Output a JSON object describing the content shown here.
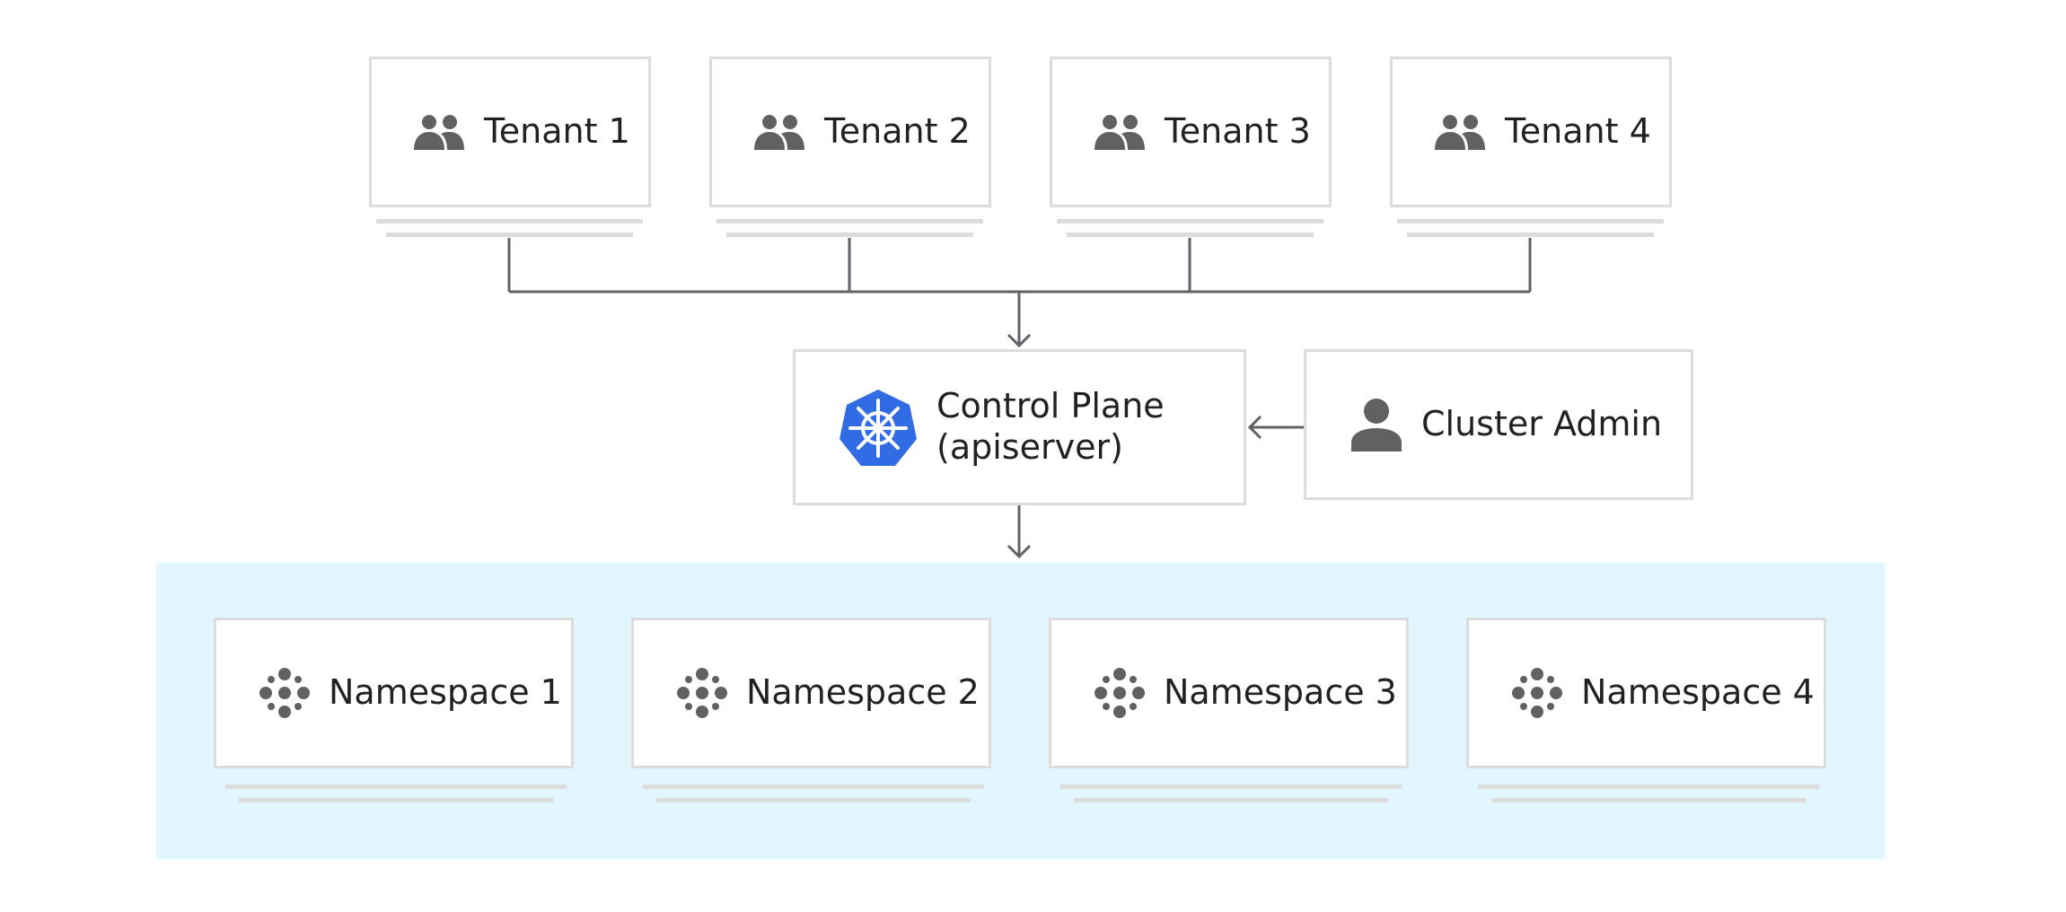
{
  "tenants": [
    {
      "label": "Tenant 1",
      "icon": "group-icon"
    },
    {
      "label": "Tenant 2",
      "icon": "group-icon"
    },
    {
      "label": "Tenant 3",
      "icon": "group-icon"
    },
    {
      "label": "Tenant 4",
      "icon": "group-icon"
    }
  ],
  "control_plane": {
    "line1": "Control Plane",
    "line2": "(apiserver)",
    "icon": "kubernetes-logo-icon"
  },
  "cluster_admin": {
    "label": "Cluster Admin",
    "icon": "person-icon"
  },
  "namespaces": [
    {
      "label": "Namespace 1",
      "icon": "namespace-dots-icon"
    },
    {
      "label": "Namespace 2",
      "icon": "namespace-dots-icon"
    },
    {
      "label": "Namespace 3",
      "icon": "namespace-dots-icon"
    },
    {
      "label": "Namespace 4",
      "icon": "namespace-dots-icon"
    }
  ],
  "colors": {
    "connector": "#5f6368",
    "icon_gray": "#616161",
    "card_border": "#dcdcdc",
    "namespace_area": "#e1f5fe",
    "kubernetes_blue": "#326ce5"
  }
}
